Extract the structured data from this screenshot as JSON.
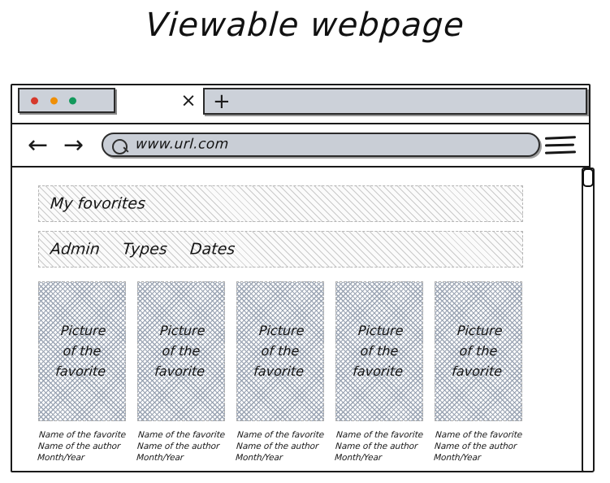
{
  "page": {
    "title": "Viewable webpage"
  },
  "browser": {
    "tab_bar": {
      "traffic_lights": [
        {
          "name": "close",
          "color": "#d6392c"
        },
        {
          "name": "minimize",
          "color": "#ef8f06"
        },
        {
          "name": "maximize",
          "color": "#12995c"
        }
      ],
      "close_tab_icon": "×",
      "new_tab_icon": "+"
    },
    "toolbar": {
      "back_icon": "←",
      "forward_icon": "→",
      "search_icon": "search-icon",
      "url_value": "www.url.com",
      "url_placeholder": "www.url.com",
      "menu_icon": "hamburger-menu-icon"
    },
    "scrollbar": {
      "orientation": "vertical",
      "thumb_position": "top"
    }
  },
  "content": {
    "header_bar": {
      "label": "My fovorites"
    },
    "nav_bar": {
      "items": [
        {
          "label": "Admin"
        },
        {
          "label": "Types"
        },
        {
          "label": "Dates"
        }
      ]
    },
    "cards": [
      {
        "image_text": "Picture\nof the\nfavorite",
        "name": "Name of the favorite",
        "author": "Name of the author",
        "date": "Month/Year"
      },
      {
        "image_text": "Picture\nof the\nfavorite",
        "name": "Name of the favorite",
        "author": "Name of the author",
        "date": "Month/Year"
      },
      {
        "image_text": "Picture\nof the\nfavorite",
        "name": "Name of the favorite",
        "author": "Name of the author",
        "date": "Month/Year"
      },
      {
        "image_text": "Picture\nof the\nfavorite",
        "name": "Name of the favorite",
        "author": "Name of the author",
        "date": "Month/Year"
      },
      {
        "image_text": "Picture\nof the\nfavorite",
        "name": "Name of the favorite",
        "author": "Name of the author",
        "date": "Month/Year"
      }
    ]
  },
  "colors": {
    "chrome_gray": "#ccd1d9",
    "outline": "#1a1a1a",
    "hatch": "#9aa4b3"
  }
}
